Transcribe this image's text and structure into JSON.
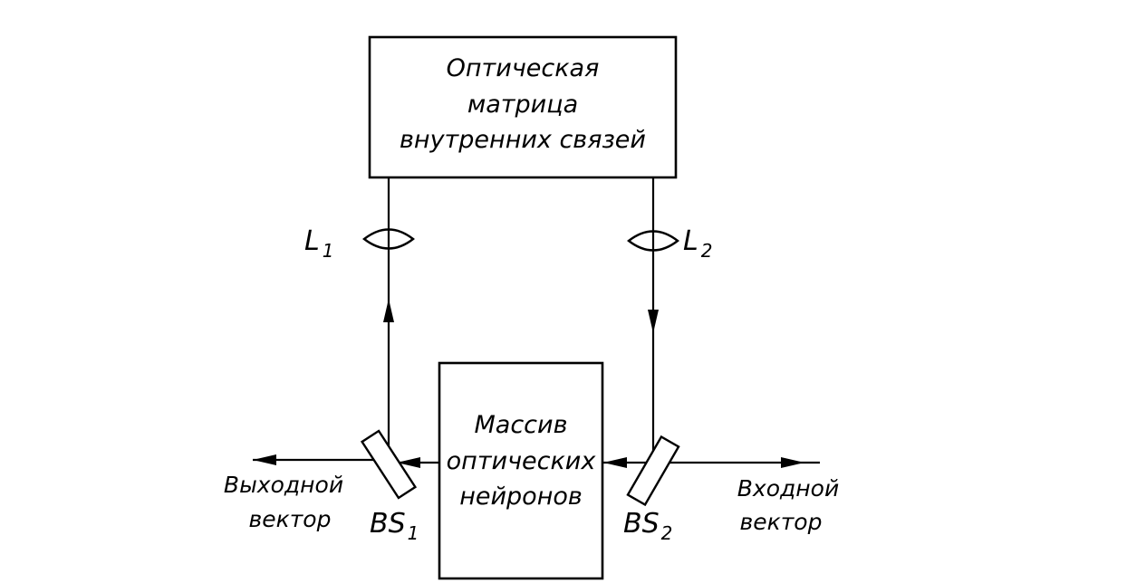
{
  "matrix_box": {
    "lines": [
      "Оптическая",
      "матрица",
      "внутренних связей"
    ]
  },
  "neuron_box": {
    "lines": [
      "Массив",
      "оптических",
      "нейронов"
    ]
  },
  "lens_1": {
    "label": "L",
    "subscript": "1"
  },
  "lens_2": {
    "label": "L",
    "subscript": "2"
  },
  "splitter_1": {
    "label": "BS",
    "subscript": "1"
  },
  "splitter_2": {
    "label": "BS",
    "subscript": "2"
  },
  "output_vector": {
    "lines": [
      "Выходной",
      "вектор"
    ]
  },
  "input_vector": {
    "lines": [
      "Входной",
      "вектор"
    ]
  }
}
